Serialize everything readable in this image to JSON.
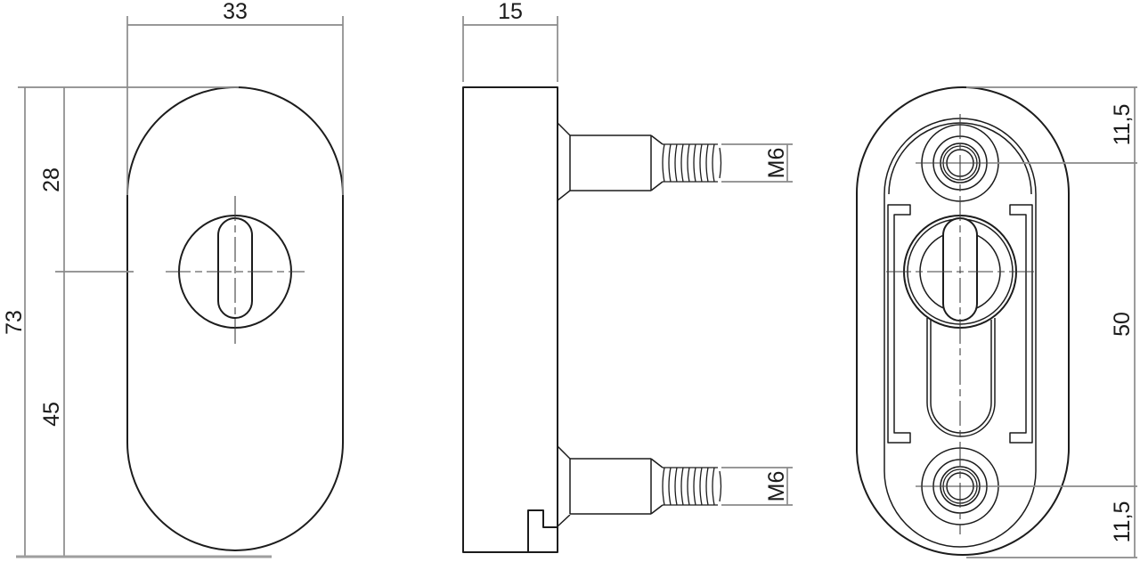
{
  "drawing": {
    "type": "technical-drawing",
    "views": [
      "front",
      "side",
      "back"
    ]
  },
  "dimensions": {
    "front": {
      "width": "33",
      "height": "73",
      "top_to_slot_center": "28",
      "slot_center_to_bottom": "45"
    },
    "side": {
      "depth": "15",
      "top_thread": "M6",
      "bottom_thread": "M6"
    },
    "back": {
      "top_hole_offset": "11,5",
      "hole_spacing": "50",
      "bottom_hole_offset": "11,5"
    }
  },
  "colors": {
    "background": "#ffffff",
    "part-line": "#1c1c1c",
    "dim-line": "#8a8a8a",
    "center-line": "#3f3f3f",
    "baseline": "#9e9e9e",
    "text": "#1b1b1b"
  }
}
